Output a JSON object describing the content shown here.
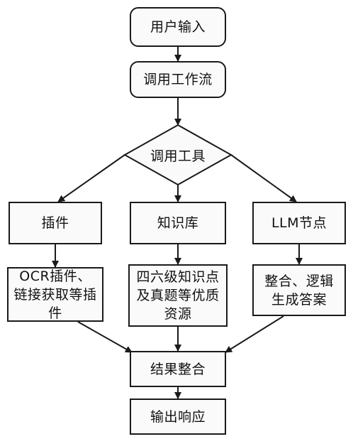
{
  "flowchart": {
    "start": "用户输入",
    "call_workflow": "调用工作流",
    "decision": "调用工具",
    "branches": [
      {
        "tool": "插件",
        "detail": "OCR插件、链接获取等插件"
      },
      {
        "tool": "知识库",
        "detail": "四六级知识点及真题等优质资源"
      },
      {
        "tool": "LLM节点",
        "detail": "整合、逻辑生成答案"
      }
    ],
    "merge": "结果整合",
    "end": "输出响应"
  }
}
